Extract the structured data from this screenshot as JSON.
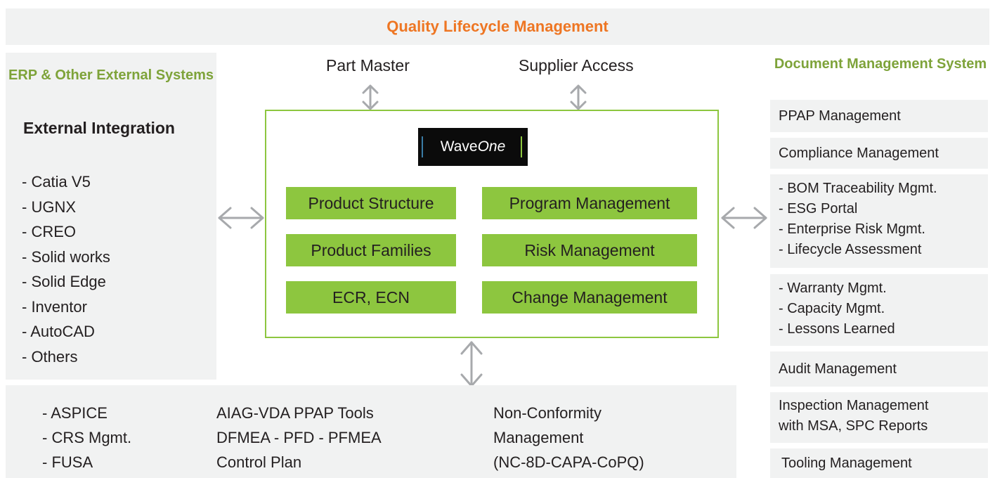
{
  "title": "Quality Lifecycle Management",
  "left": {
    "heading": "ERP & Other External Systems",
    "subheading": "External Integration",
    "items": [
      "- Catia V5",
      "- UGNX",
      "- CREO",
      "- Solid works",
      "- Solid Edge",
      "- Inventor",
      "- AutoCAD",
      "- Others"
    ]
  },
  "top_labels": {
    "part_master": "Part Master",
    "supplier_access": "Supplier Access"
  },
  "logo": {
    "prefix": "Wave",
    "suffix": "One"
  },
  "modules": {
    "product_structure": "Product Structure",
    "program_management": "Program Management",
    "product_families": "Product Families",
    "risk_management": "Risk Management",
    "ecr_ecn": "ECR, ECN",
    "change_management": "Change Management"
  },
  "right": {
    "heading": "Document Management System",
    "ppap": "PPAP Management",
    "compliance": "Compliance Management",
    "group1": [
      "- BOM Traceability Mgmt.",
      "- ESG Portal",
      "- Enterprise Risk Mgmt.",
      "- Lifecycle Assessment"
    ],
    "group2": [
      "- Warranty Mgmt.",
      "- Capacity Mgmt.",
      "- Lessons Learned"
    ],
    "audit": "Audit Management",
    "inspection": [
      "Inspection Management",
      "with MSA, SPC Reports"
    ],
    "tooling": "Tooling Management"
  },
  "bottom": {
    "col1": [
      "- ASPICE",
      "- CRS Mgmt.",
      "- FUSA"
    ],
    "col2": [
      "AIAG-VDA PPAP Tools",
      "DFMEA - PFD - PFMEA",
      "Control Plan"
    ],
    "col3": [
      "Non-Conformity",
      "Management",
      "(NC-8D-CAPA-CoPQ)"
    ]
  },
  "colors": {
    "accent_orange": "#ee7623",
    "accent_green": "#8dc63f",
    "heading_green": "#7ea33a",
    "panel_grey": "#f1f2f2",
    "arrow_grey": "#a7a9ac"
  }
}
